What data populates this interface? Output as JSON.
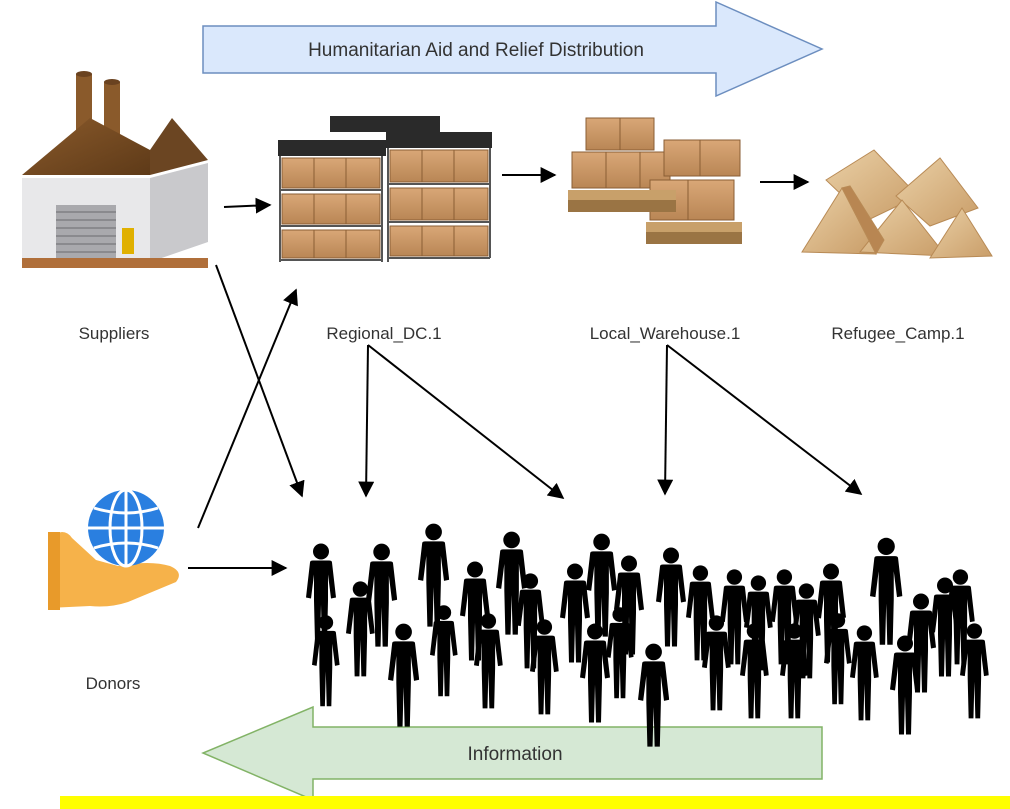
{
  "diagram": {
    "top_banner": "Humanitarian Aid and Relief Distribution",
    "bottom_banner": "Information",
    "nodes": {
      "suppliers": {
        "label": "Suppliers",
        "icon": "factory-icon"
      },
      "regional_dc": {
        "label": "Regional_DC.1",
        "icon": "warehouse-racks-icon"
      },
      "local_warehouse": {
        "label": "Local_Warehouse.1",
        "icon": "pallet-boxes-icon"
      },
      "refugee_camp": {
        "label": "Refugee_Camp.1",
        "icon": "tents-icon"
      },
      "donors": {
        "label": "Donors",
        "icon": "globe-in-hand-icon"
      },
      "beneficiaries": {
        "label": "",
        "icon": "crowd-icon"
      }
    },
    "colors": {
      "top_banner_fill": "#dae8fc",
      "top_banner_stroke": "#6c8ebf",
      "bottom_banner_fill": "#d5e8d4",
      "bottom_banner_stroke": "#82b366",
      "highlight_bar": "#ffff00"
    }
  }
}
